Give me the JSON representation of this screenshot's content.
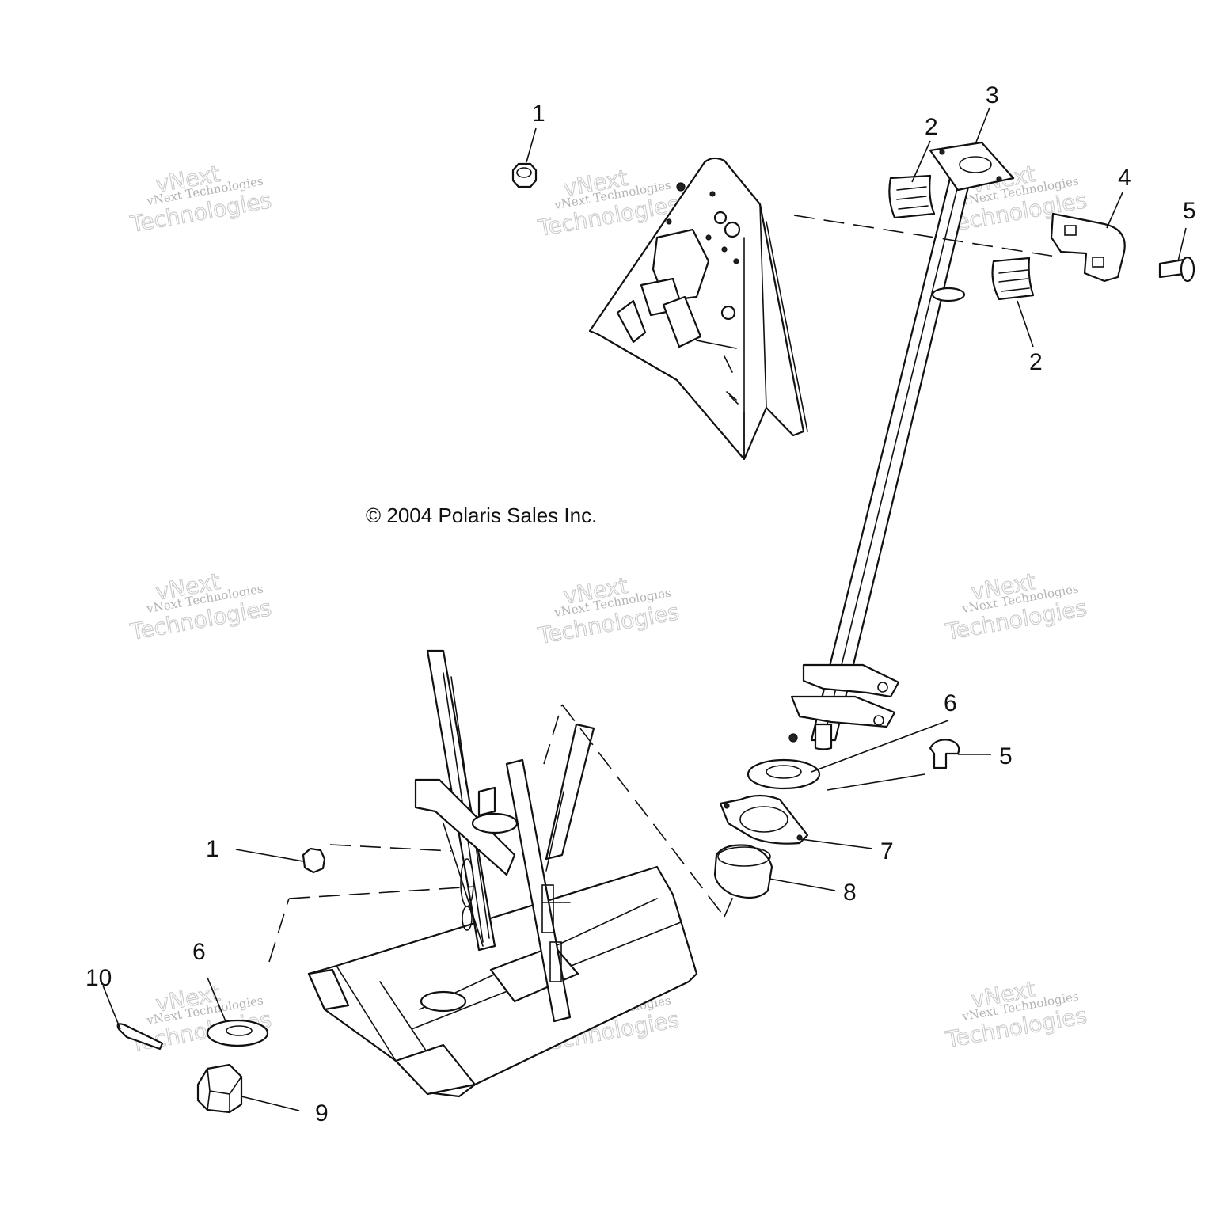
{
  "copyright": "© 2004 Polaris Sales Inc.",
  "watermark": {
    "line1": "vNext",
    "line2": "vNext Technologies",
    "line3": "Technologies"
  },
  "callouts": {
    "c1_top": "1",
    "c2_top": "2",
    "c3": "3",
    "c4": "4",
    "c5_top": "5",
    "c2_mid": "2",
    "c6_mid": "6",
    "c5_mid": "5",
    "c7": "7",
    "c8": "8",
    "c1_low": "1",
    "c6_low": "6",
    "c10": "10",
    "c9": "9"
  },
  "colors": {
    "line": "#111111",
    "watermark": "#9a9a9a",
    "background": "#ffffff"
  }
}
